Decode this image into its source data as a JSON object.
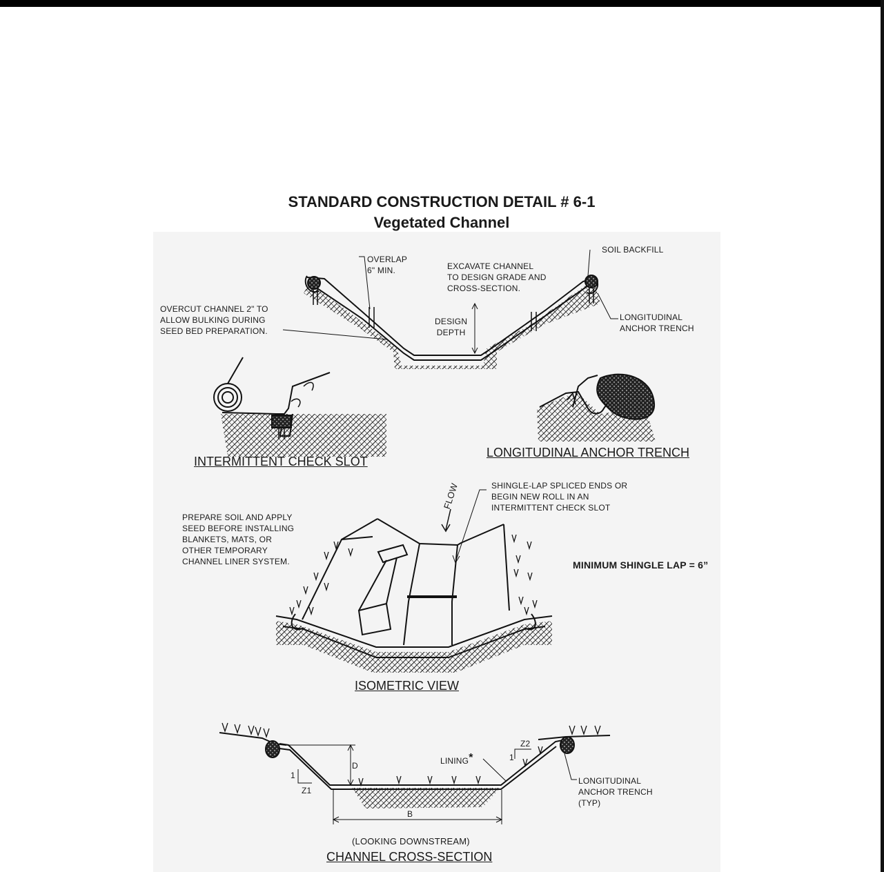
{
  "title": "STANDARD CONSTRUCTION DETAIL # 6-1",
  "subtitle": "Vegetated Channel",
  "top_section": {
    "overlap": "OVERLAP\n6\" MIN.",
    "excavate": "EXCAVATE CHANNEL\nTO DESIGN GRADE AND\nCROSS-SECTION.",
    "soil_backfill": "SOIL BACKFILL",
    "overcut": "OVERCUT CHANNEL 2\" TO\nALLOW BULKING DURING\nSEED BED PREPARATION.",
    "design_depth": "DESIGN\nDEPTH",
    "longitudinal_anchor": "LONGITUDINAL\nANCHOR TRENCH"
  },
  "details": {
    "check_slot_caption": "INTERMITTENT CHECK SLOT",
    "anchor_trench_caption": "LONGITUDINAL ANCHOR TRENCH"
  },
  "isometric": {
    "shingle_note": "SHINGLE-LAP SPLICED ENDS OR\nBEGIN NEW ROLL IN AN\nINTERMITTENT CHECK SLOT",
    "prepare_note": "PREPARE SOIL AND APPLY\nSEED BEFORE INSTALLING\nBLANKETS, MATS, OR\nOTHER TEMPORARY\nCHANNEL LINER SYSTEM.",
    "flow": "FLOW",
    "min_lap": "MINIMUM SHINGLE LAP = 6”",
    "caption": "ISOMETRIC VIEW"
  },
  "cross_section": {
    "d": "D",
    "one_left": "1",
    "z1": "Z1",
    "z2": "Z2",
    "one_right": "1",
    "lining": "LINING",
    "lining_star": "*",
    "anchor": "LONGITUDINAL\nANCHOR TRENCH\n(TYP)",
    "b": "B",
    "looking": "(LOOKING DOWNSTREAM)",
    "caption": "CHANNEL CROSS-SECTION"
  }
}
